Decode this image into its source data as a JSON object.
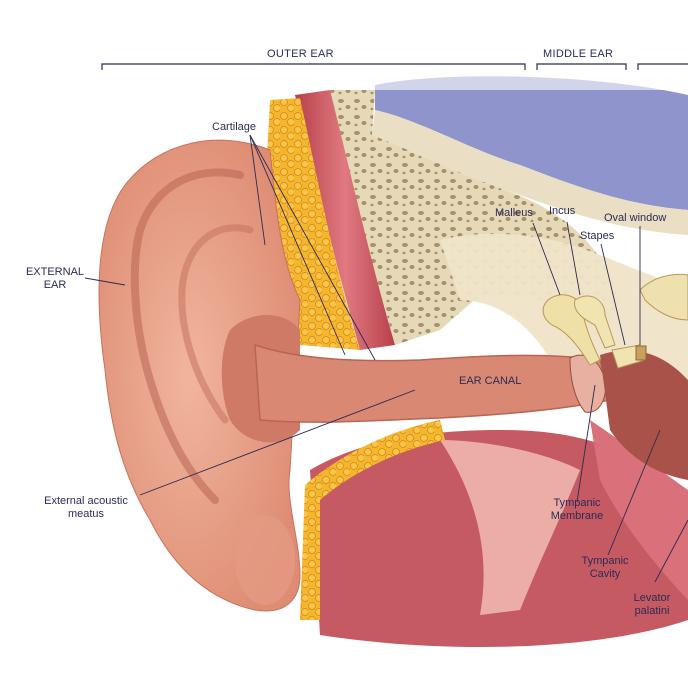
{
  "sections": {
    "outer_ear": "OUTER EAR",
    "middle_ear": "MIDDLE EAR"
  },
  "labels": {
    "cartilage": "Cartilage",
    "external_ear_line1": "EXTERNAL",
    "external_ear_line2": "EAR",
    "malleus": "Malleus",
    "incus": "Incus",
    "stapes": "Stapes",
    "oval_window": "Oval window",
    "ear_canal": "EAR CANAL",
    "external_acoustic_line1": "External acoustic",
    "external_acoustic_line2": "meatus",
    "tympanic_membrane_line1": "Tympanic",
    "tympanic_membrane_line2": "Membrane",
    "tympanic_cavity_line1": "Tympanic",
    "tympanic_cavity_line2": "Cavity",
    "levator_line1": "Levator",
    "levator_line2": "palatini"
  },
  "colors": {
    "skin": "#e9a088",
    "skin_dark": "#c8705e",
    "cartilage": "#f0a623",
    "canal": "#d98873",
    "muscle": "#c9505c",
    "bone": "#e8dcc0",
    "brain": "#8f95cc",
    "label": "#2b2b55"
  }
}
